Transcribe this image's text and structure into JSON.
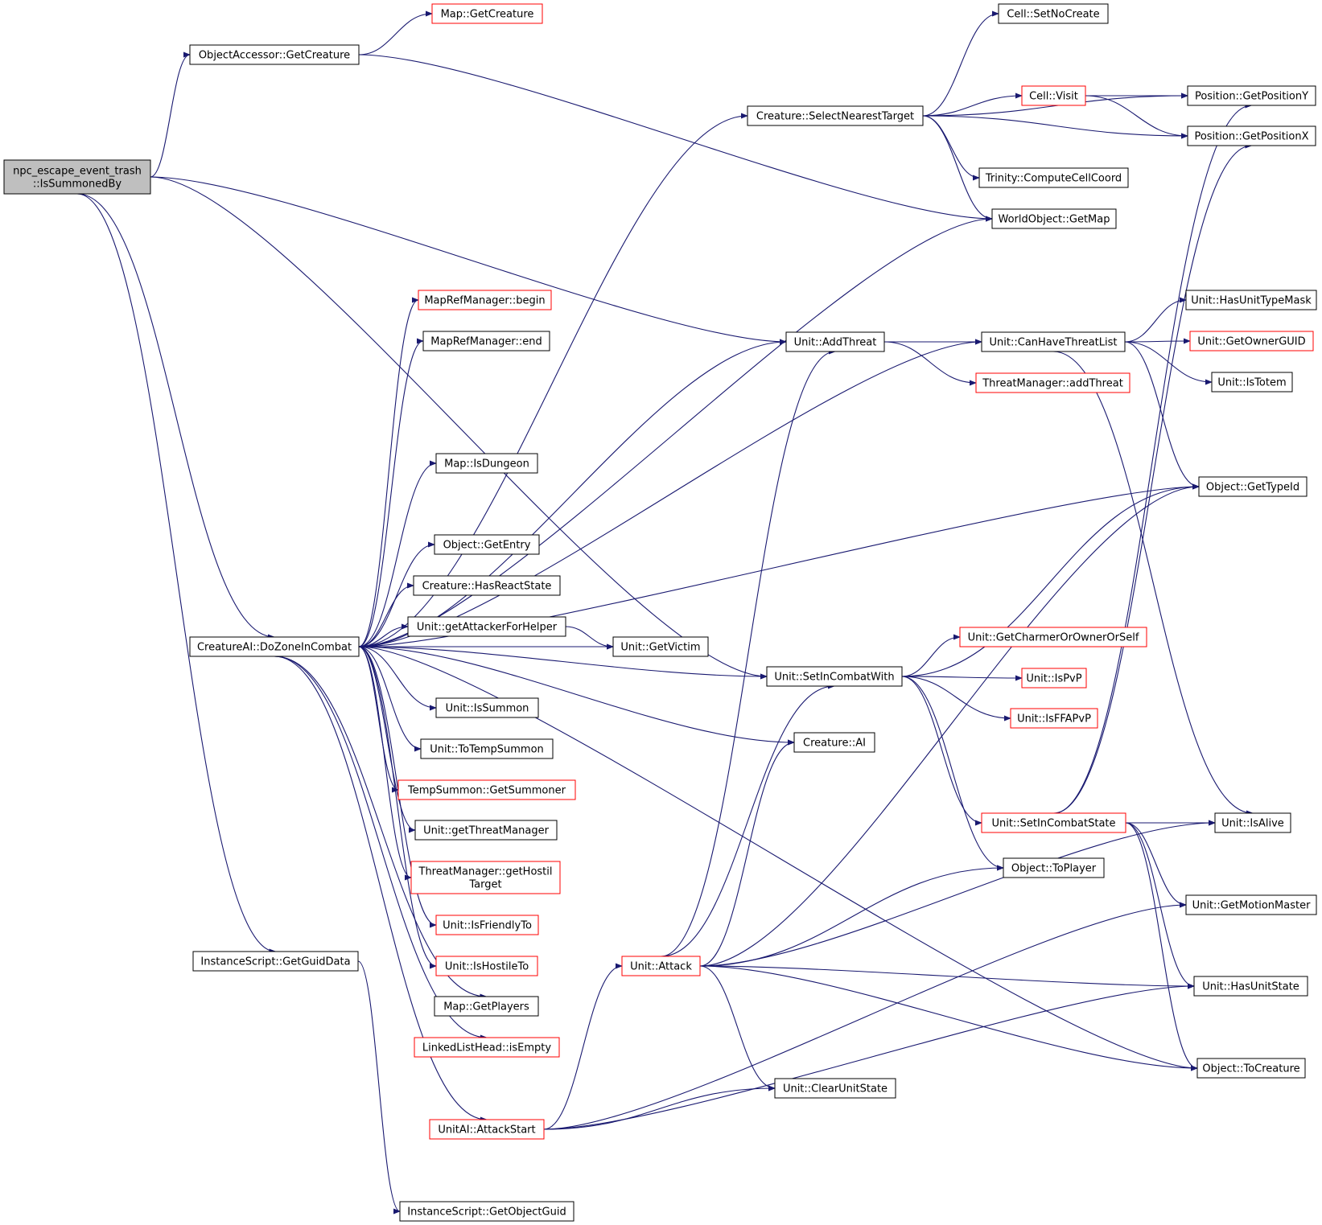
{
  "colors": {
    "edge": "#191970",
    "box_border": "#000000",
    "box_border_incomplete": "#ff0000",
    "root_fill": "#bfbfbf",
    "box_fill": "#ffffff"
  },
  "nodes": [
    {
      "id": "root",
      "lines": [
        "npc_escape_event_trash",
        "::IsSummonedBy"
      ],
      "root": true
    },
    {
      "id": "oa_getcreature",
      "lines": [
        "ObjectAccessor::GetCreature"
      ]
    },
    {
      "id": "map_getcreature",
      "lines": [
        "Map::GetCreature"
      ],
      "incomplete": true
    },
    {
      "id": "dozone",
      "lines": [
        "CreatureAI::DoZoneInCombat"
      ]
    },
    {
      "id": "getguiddata",
      "lines": [
        "InstanceScript::GetGuidData"
      ]
    },
    {
      "id": "getobjectguid",
      "lines": [
        "InstanceScript::GetObjectGuid"
      ]
    },
    {
      "id": "mrm_begin",
      "lines": [
        "MapRefManager::begin"
      ],
      "incomplete": true
    },
    {
      "id": "mrm_end",
      "lines": [
        "MapRefManager::end"
      ]
    },
    {
      "id": "isdungeon",
      "lines": [
        "Map::IsDungeon"
      ]
    },
    {
      "id": "getentry",
      "lines": [
        "Object::GetEntry"
      ]
    },
    {
      "id": "hasreactstate",
      "lines": [
        "Creature::HasReactState"
      ]
    },
    {
      "id": "getattackerforhelper",
      "lines": [
        "Unit::getAttackerForHelper"
      ]
    },
    {
      "id": "getvictim",
      "lines": [
        "Unit::GetVictim"
      ]
    },
    {
      "id": "issummon",
      "lines": [
        "Unit::IsSummon"
      ]
    },
    {
      "id": "totempsummon",
      "lines": [
        "Unit::ToTempSummon"
      ]
    },
    {
      "id": "getsummoner",
      "lines": [
        "TempSummon::GetSummoner"
      ],
      "incomplete": true
    },
    {
      "id": "getthreatmanager",
      "lines": [
        "Unit::getThreatManager"
      ]
    },
    {
      "id": "gethostil",
      "lines": [
        "ThreatManager::getHostil",
        "Target"
      ],
      "incomplete": true
    },
    {
      "id": "isfriendlyto",
      "lines": [
        "Unit::IsFriendlyTo"
      ],
      "incomplete": true
    },
    {
      "id": "ishostileto",
      "lines": [
        "Unit::IsHostileTo"
      ],
      "incomplete": true
    },
    {
      "id": "getplayers",
      "lines": [
        "Map::GetPlayers"
      ]
    },
    {
      "id": "isempty",
      "lines": [
        "LinkedListHead::isEmpty"
      ],
      "incomplete": true
    },
    {
      "id": "attackstart",
      "lines": [
        "UnitAI::AttackStart"
      ],
      "incomplete": true
    },
    {
      "id": "selectnearest",
      "lines": [
        "Creature::SelectNearestTarget"
      ]
    },
    {
      "id": "addthreat",
      "lines": [
        "Unit::AddThreat"
      ]
    },
    {
      "id": "setincombatwith",
      "lines": [
        "Unit::SetInCombatWith"
      ]
    },
    {
      "id": "creature_ai",
      "lines": [
        "Creature::AI"
      ]
    },
    {
      "id": "attack",
      "lines": [
        "Unit::Attack"
      ],
      "incomplete": true
    },
    {
      "id": "clearunitstate",
      "lines": [
        "Unit::ClearUnitState"
      ]
    },
    {
      "id": "setnocreate",
      "lines": [
        "Cell::SetNoCreate"
      ]
    },
    {
      "id": "cellvisit",
      "lines": [
        "Cell::Visit"
      ],
      "incomplete": true
    },
    {
      "id": "computecellcoord",
      "lines": [
        "Trinity::ComputeCellCoord"
      ]
    },
    {
      "id": "getmap",
      "lines": [
        "WorldObject::GetMap"
      ]
    },
    {
      "id": "canhavethreatlist",
      "lines": [
        "Unit::CanHaveThreatList"
      ]
    },
    {
      "id": "tm_addthreat",
      "lines": [
        "ThreatManager::addThreat"
      ],
      "incomplete": true
    },
    {
      "id": "getcharmer",
      "lines": [
        "Unit::GetCharmerOrOwnerOrSelf"
      ],
      "incomplete": true
    },
    {
      "id": "ispvp",
      "lines": [
        "Unit::IsPvP"
      ],
      "incomplete": true
    },
    {
      "id": "isffapvp",
      "lines": [
        "Unit::IsFFAPvP"
      ],
      "incomplete": true
    },
    {
      "id": "setincombatstate",
      "lines": [
        "Unit::SetInCombatState"
      ],
      "incomplete": true
    },
    {
      "id": "toplayer",
      "lines": [
        "Object::ToPlayer"
      ]
    },
    {
      "id": "getpositiony",
      "lines": [
        "Position::GetPositionY"
      ]
    },
    {
      "id": "getpositionx",
      "lines": [
        "Position::GetPositionX"
      ]
    },
    {
      "id": "hasunittypemask",
      "lines": [
        "Unit::HasUnitTypeMask"
      ]
    },
    {
      "id": "getownerguid",
      "lines": [
        "Unit::GetOwnerGUID"
      ],
      "incomplete": true
    },
    {
      "id": "istotem",
      "lines": [
        "Unit::IsTotem"
      ]
    },
    {
      "id": "gettypeid",
      "lines": [
        "Object::GetTypeId"
      ]
    },
    {
      "id": "isalive",
      "lines": [
        "Unit::IsAlive"
      ]
    },
    {
      "id": "getmotionmaster",
      "lines": [
        "Unit::GetMotionMaster"
      ]
    },
    {
      "id": "hasunitstate",
      "lines": [
        "Unit::HasUnitState"
      ]
    },
    {
      "id": "tocreature",
      "lines": [
        "Object::ToCreature"
      ]
    }
  ],
  "edges": [
    [
      "root",
      "oa_getcreature"
    ],
    [
      "root",
      "dozone"
    ],
    [
      "root",
      "getguiddata"
    ],
    [
      "root",
      "addthreat"
    ],
    [
      "root",
      "setincombatwith"
    ],
    [
      "oa_getcreature",
      "map_getcreature"
    ],
    [
      "oa_getcreature",
      "getmap"
    ],
    [
      "getguiddata",
      "getobjectguid"
    ],
    [
      "dozone",
      "selectnearest"
    ],
    [
      "dozone",
      "getmap"
    ],
    [
      "dozone",
      "canhavethreatlist"
    ],
    [
      "dozone",
      "mrm_begin"
    ],
    [
      "dozone",
      "mrm_end"
    ],
    [
      "dozone",
      "addthreat"
    ],
    [
      "dozone",
      "gettypeid"
    ],
    [
      "dozone",
      "isdungeon"
    ],
    [
      "dozone",
      "setincombatwith"
    ],
    [
      "dozone",
      "getentry"
    ],
    [
      "dozone",
      "hasreactstate"
    ],
    [
      "dozone",
      "getattackerforhelper"
    ],
    [
      "dozone",
      "getvictim"
    ],
    [
      "dozone",
      "issummon"
    ],
    [
      "dozone",
      "totempsummon"
    ],
    [
      "dozone",
      "getsummoner"
    ],
    [
      "dozone",
      "getthreatmanager"
    ],
    [
      "dozone",
      "gethostil"
    ],
    [
      "dozone",
      "isfriendlyto"
    ],
    [
      "dozone",
      "ishostileto"
    ],
    [
      "dozone",
      "getplayers"
    ],
    [
      "dozone",
      "isempty"
    ],
    [
      "dozone",
      "creature_ai"
    ],
    [
      "dozone",
      "attackstart"
    ],
    [
      "dozone",
      "tocreature"
    ],
    [
      "getattackerforhelper",
      "getvictim"
    ],
    [
      "selectnearest",
      "setnocreate"
    ],
    [
      "selectnearest",
      "getpositiony"
    ],
    [
      "selectnearest",
      "cellvisit"
    ],
    [
      "selectnearest",
      "getpositionx"
    ],
    [
      "selectnearest",
      "computecellcoord"
    ],
    [
      "selectnearest",
      "getmap"
    ],
    [
      "cellvisit",
      "getpositiony"
    ],
    [
      "cellvisit",
      "getpositionx"
    ],
    [
      "addthreat",
      "canhavethreatlist"
    ],
    [
      "addthreat",
      "tm_addthreat"
    ],
    [
      "canhavethreatlist",
      "hasunittypemask"
    ],
    [
      "canhavethreatlist",
      "getownerguid"
    ],
    [
      "canhavethreatlist",
      "istotem"
    ],
    [
      "canhavethreatlist",
      "gettypeid"
    ],
    [
      "canhavethreatlist",
      "isalive"
    ],
    [
      "setincombatwith",
      "gettypeid"
    ],
    [
      "setincombatwith",
      "getcharmer"
    ],
    [
      "setincombatwith",
      "ispvp"
    ],
    [
      "setincombatwith",
      "isffapvp"
    ],
    [
      "setincombatwith",
      "setincombatstate"
    ],
    [
      "setincombatwith",
      "toplayer"
    ],
    [
      "setincombatstate",
      "getpositiony"
    ],
    [
      "setincombatstate",
      "getpositionx"
    ],
    [
      "setincombatstate",
      "isalive"
    ],
    [
      "setincombatstate",
      "getmotionmaster"
    ],
    [
      "setincombatstate",
      "hasunitstate"
    ],
    [
      "setincombatstate",
      "tocreature"
    ],
    [
      "attackstart",
      "attack"
    ],
    [
      "attackstart",
      "clearunitstate"
    ],
    [
      "attackstart",
      "getmotionmaster"
    ],
    [
      "attackstart",
      "hasunitstate"
    ],
    [
      "attack",
      "addthreat"
    ],
    [
      "attack",
      "setincombatwith"
    ],
    [
      "attack",
      "creature_ai"
    ],
    [
      "attack",
      "gettypeid"
    ],
    [
      "attack",
      "toplayer"
    ],
    [
      "attack",
      "isalive"
    ],
    [
      "attack",
      "hasunitstate"
    ],
    [
      "attack",
      "clearunitstate"
    ],
    [
      "attack",
      "tocreature"
    ]
  ]
}
